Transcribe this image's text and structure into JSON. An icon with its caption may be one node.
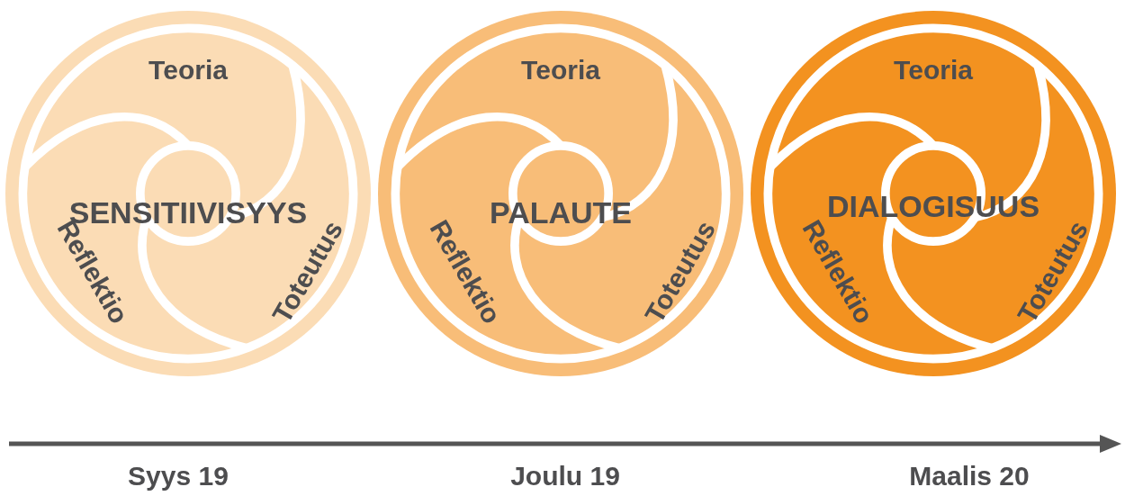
{
  "diagram": {
    "nodes": [
      {
        "text": [
          "SENSITIIVISYYS"
        ]
      },
      {
        "text": [
          "Teoria"
        ],
        "in": 0
      },
      {
        "text": [
          "Reflektio"
        ],
        "in": 0
      },
      {
        "text": [
          "Toteutus"
        ],
        "in": 0
      },
      {
        "text": [
          "PALAUTE"
        ]
      },
      {
        "text": [
          "Teoria"
        ],
        "in": 4
      },
      {
        "text": [
          "Reflektio"
        ],
        "in": 4
      },
      {
        "text": [
          "Toteutus"
        ],
        "in": 4
      },
      {
        "text": [
          "DIALOGISUUS"
        ]
      },
      {
        "text": [
          "Teoria"
        ],
        "in": 8
      },
      {
        "text": [
          "Reflektio"
        ],
        "in": 8
      },
      {
        "text": [
          "Toteutus"
        ],
        "in": 8
      }
    ],
    "labels": [
      "Syys 19",
      "Joulu 19",
      "Maalis 20"
    ]
  }
}
